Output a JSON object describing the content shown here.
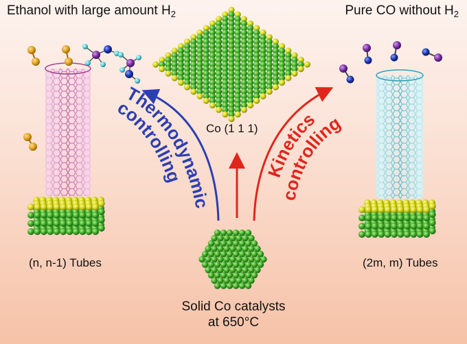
{
  "titles": {
    "left_prefix": "Ethanol with large amount H",
    "left_sub": "2",
    "right_prefix": "Pure CO without H",
    "right_sub": "2"
  },
  "labels": {
    "facet": "Co (1 1 1)",
    "left_tubes": "(n, n-1) Tubes",
    "right_tubes": "(2m, m) Tubes",
    "catalyst_line1": "Solid Co catalysts",
    "catalyst_line2": "at 650°C"
  },
  "arrows": {
    "left": "Thermodynamics controlling",
    "right": "Kinetics controlling"
  },
  "colors": {
    "thermo_arrow": "#2b3fb0",
    "kinetic_arrow": "#e0261c",
    "cobalt_green": "#3fae2a",
    "cobalt_yellow": "#d6d61a",
    "left_tube": "#c05aa0",
    "right_tube": "#4fb8c8",
    "oxygen_orange": "#e0a020",
    "carbon_purple": "#7a30a0",
    "hydrogen_cyan": "#56d0d8",
    "nitrogen_blue": "#1a36b0"
  }
}
